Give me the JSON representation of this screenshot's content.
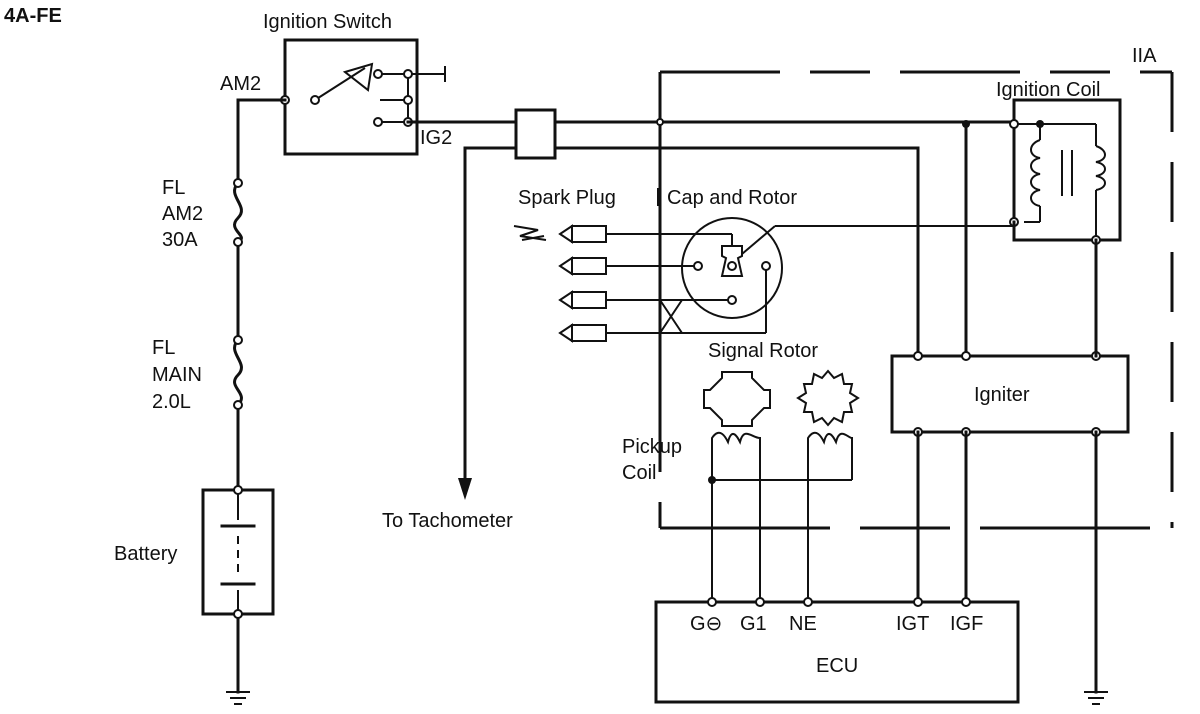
{
  "engine": "4A-FE",
  "labels": {
    "ignition_switch": "Ignition Switch",
    "am2": "AM2",
    "ig2": "IG2",
    "fuse_am2": [
      "FL",
      "AM2",
      "30A"
    ],
    "fuse_main": [
      "FL",
      "MAIN",
      "2.0L"
    ],
    "battery": "Battery",
    "to_tachometer": "To Tachometer",
    "spark_plug": "Spark Plug",
    "cap_and_rotor": "Cap and Rotor",
    "iia": "IIA",
    "ignition_coil": "Ignition Coil",
    "signal_rotor": "Signal Rotor",
    "pickup_coil": [
      "Pickup",
      "Coil"
    ],
    "igniter": "Igniter",
    "ecu": "ECU",
    "ecu_terminals": {
      "g_minus": "G⊖",
      "g1": "G1",
      "ne": "NE",
      "igt": "IGT",
      "igf": "IGF"
    }
  }
}
